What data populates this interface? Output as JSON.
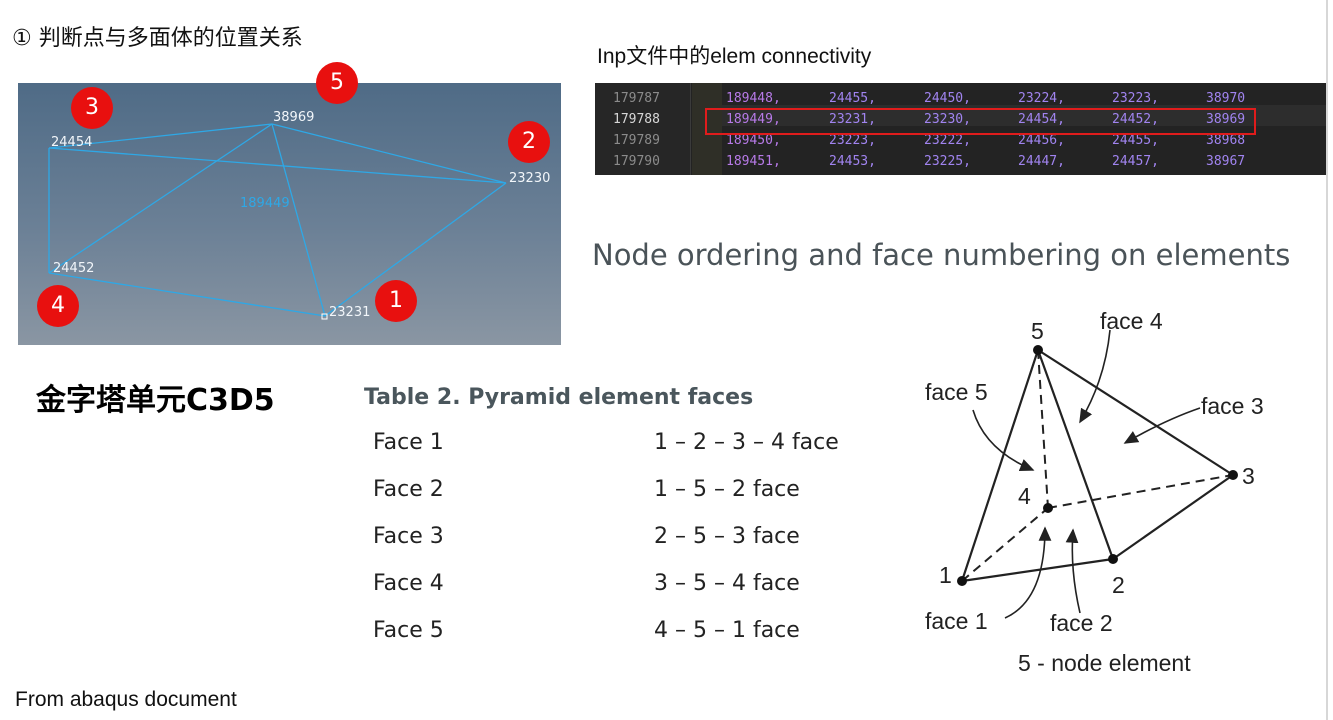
{
  "heading": "① 判断点与多面体的位置关系",
  "viewport": {
    "nodes": {
      "n38969": "38969",
      "n24454": "24454",
      "n23230": "23230",
      "n24452": "24452",
      "n23231": "23231"
    },
    "element_label": "189449",
    "badges": [
      "1",
      "2",
      "3",
      "4",
      "5"
    ],
    "colors": {
      "edge": "#2ea8e6",
      "badge": "#e8100f"
    }
  },
  "inp_caption": "Inp文件中的elem connectivity",
  "code": {
    "rows": [
      {
        "line": "179787",
        "cells": [
          "189448,",
          "24455,",
          "24450,",
          "23224,",
          "23223,",
          "38970"
        ]
      },
      {
        "line": "179788",
        "cells": [
          "189449,",
          "23231,",
          "23230,",
          "24454,",
          "24452,",
          "38969"
        ]
      },
      {
        "line": "179789",
        "cells": [
          "189450,",
          "23223,",
          "23222,",
          "24456,",
          "24455,",
          "38968"
        ]
      },
      {
        "line": "179790",
        "cells": [
          "189451,",
          "24453,",
          "23225,",
          "24447,",
          "24457,",
          "38967"
        ]
      }
    ]
  },
  "node_ordering_heading": "Node ordering and face numbering on elements",
  "pyramid_title": "金字塔单元C3D5",
  "table": {
    "title": "Table 2. Pyramid element faces",
    "rows": [
      {
        "face": "Face 1",
        "nodes": "1 – 2 – 3 – 4 face"
      },
      {
        "face": "Face 2",
        "nodes": "1 – 5 – 2 face"
      },
      {
        "face": "Face 3",
        "nodes": "2 – 5 – 3 face"
      },
      {
        "face": "Face 4",
        "nodes": "3 – 5 – 4 face"
      },
      {
        "face": "Face 5",
        "nodes": "4 – 5 – 1 face"
      }
    ]
  },
  "diagram": {
    "n1": "1",
    "n2": "2",
    "n3": "3",
    "n4": "4",
    "n5": "5",
    "face1": "face 1",
    "face2": "face 2",
    "face3": "face 3",
    "face4": "face 4",
    "face5": "face 5",
    "caption": "5 - node element"
  },
  "source": "From  abaqus document"
}
